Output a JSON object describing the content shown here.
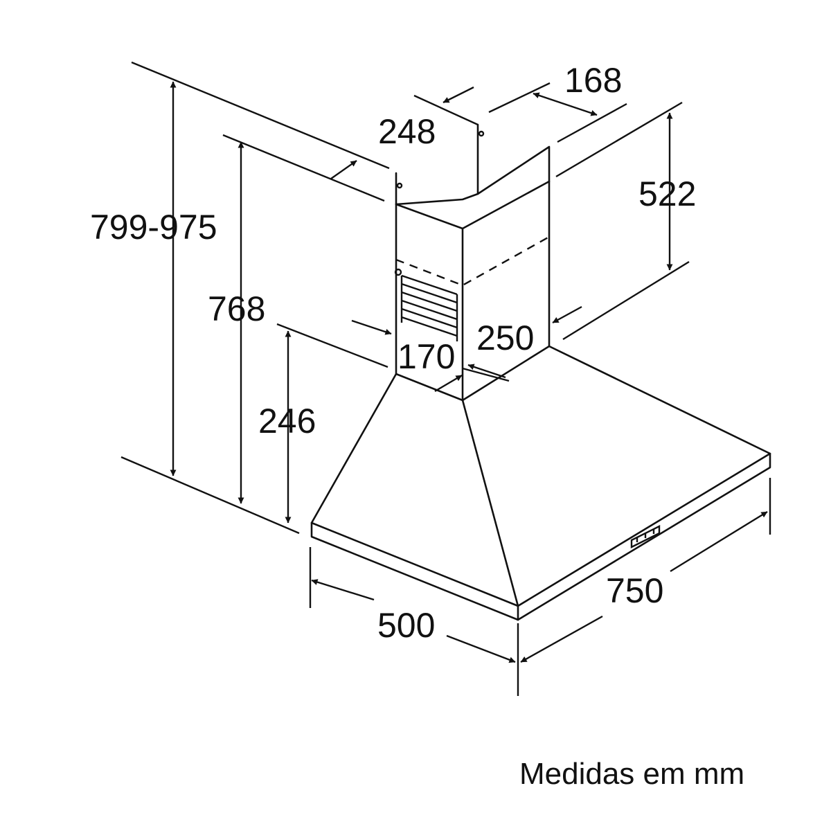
{
  "dimensions": {
    "total_height": "799-975",
    "chimney_top_width": "168",
    "chimney_depth_top": "248",
    "upper_chimney_height": "522",
    "hood_to_chimney_top": "768",
    "chimney_side_250": "250",
    "chimney_front_170": "170",
    "canopy_height": "246",
    "hood_depth": "500",
    "hood_width": "750"
  },
  "note": "Medidas em mm"
}
